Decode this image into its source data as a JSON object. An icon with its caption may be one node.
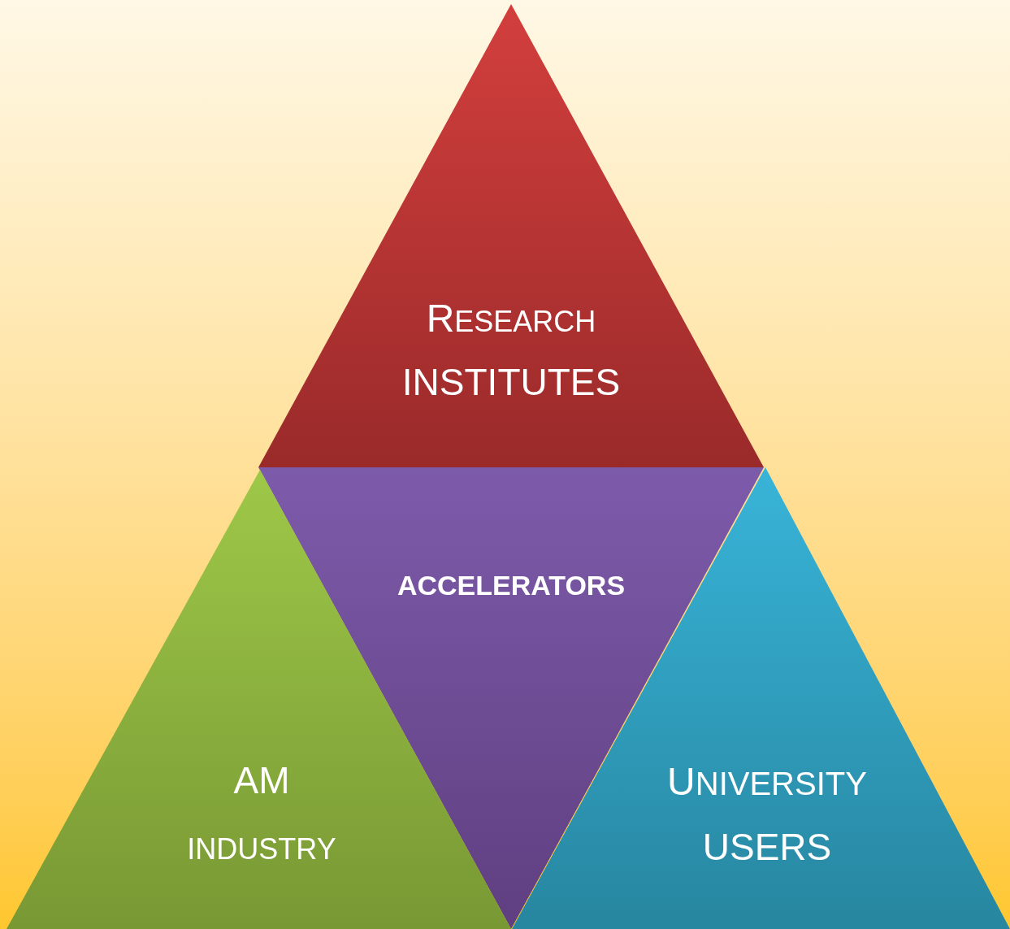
{
  "diagram": {
    "nodes": [
      {
        "text": [
          "RESEARCH",
          "INSTITUTES"
        ]
      },
      {
        "text": [
          "ACCELERATORS"
        ]
      },
      {
        "text": [
          "AM",
          "INDUSTRY"
        ]
      },
      {
        "text": [
          "UNIVERSITY",
          "USERS"
        ]
      }
    ]
  }
}
